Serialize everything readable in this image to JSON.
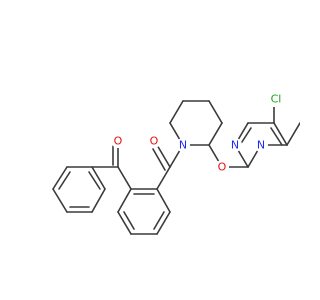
{
  "molecule": {
    "atoms": {
      "o_ketone": {
        "symbol": "O",
        "color": "#e4120a"
      },
      "o_amide": {
        "symbol": "O",
        "color": "#e4120a"
      },
      "n_piperidine": {
        "symbol": "N",
        "color": "#1f29f5"
      },
      "o_ether": {
        "symbol": "O",
        "color": "#e4120a"
      },
      "n_pyr_1": {
        "symbol": "N",
        "color": "#1f29f5"
      },
      "n_pyr_2": {
        "symbol": "N",
        "color": "#1f29f5"
      },
      "cl": {
        "symbol": "Cl",
        "color": "#1aa31a"
      }
    },
    "bond_color": "#3a3a3a",
    "background": "#ffffff"
  }
}
